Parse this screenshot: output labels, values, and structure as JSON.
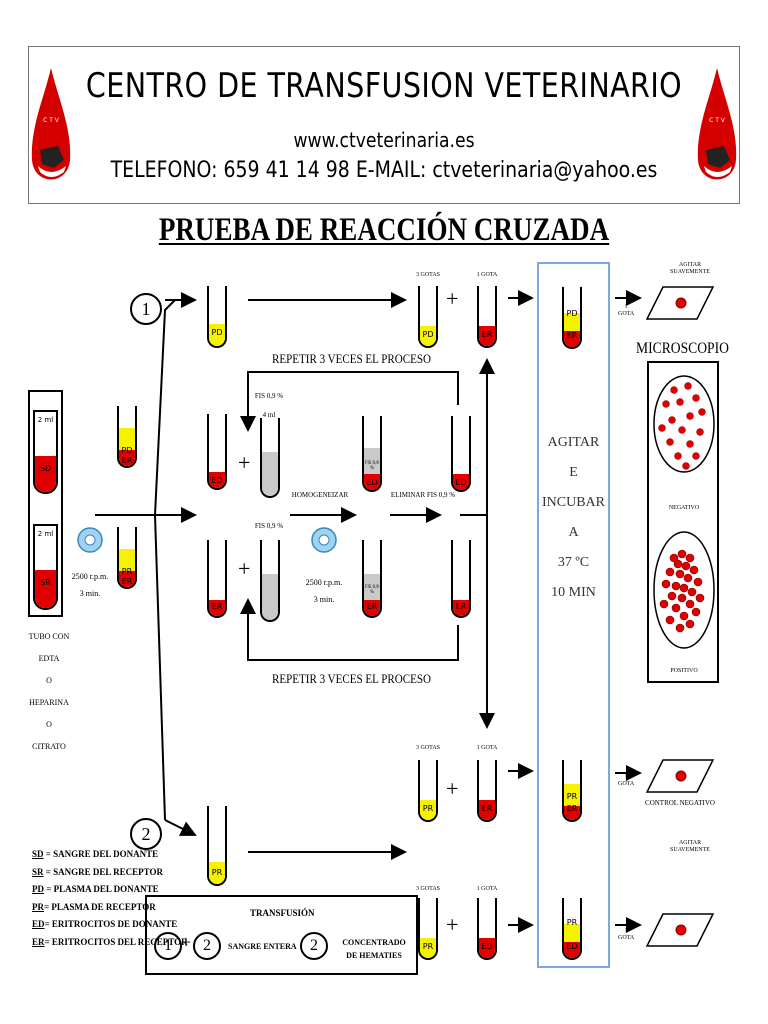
{
  "header": {
    "title": "CENTRO DE TRANSFUSION VETERINARIO",
    "website": "www.ctveterinaria.es",
    "contact": "TELEFONO: 659 41 14 98      E-MAIL: ctveterinaria@yahoo.es",
    "logo_text": "C T V"
  },
  "main_title": "PRUEBA DE REACCIÓN CRUZADA",
  "steps": {
    "one": "1",
    "two": "2"
  },
  "tubes": {
    "pd": "PD",
    "pr": "PR",
    "er": "ER",
    "ed": "ED",
    "sd": "SD",
    "sr": "SR",
    "ml2": "2 ml"
  },
  "centrifuge": {
    "label1": "2500 r.p.m.",
    "label2": "3 min."
  },
  "tubo_con": [
    "TUBO CON",
    "EDTA",
    "O",
    "HEPARINA",
    "O",
    "CITRATO"
  ],
  "repeat_label": "REPETIR 3 VECES EL PROCESO",
  "fis": {
    "label": "FIS 0,9 %",
    "vol": "4 ml",
    "mini": "FIS 0,9 %"
  },
  "homogeneizar": "HOMOGENEIZAR",
  "eliminar": "ELIMINAR FIS 0,9 %",
  "drops": {
    "gotas3": "3 GOTAS",
    "gota1": "1 GOTA",
    "gota": "1 GOTA"
  },
  "incubate": [
    "AGITAR",
    "E",
    "INCUBAR",
    "A",
    "37 ºC",
    "10 MIN"
  ],
  "agitar": "AGITAR SUAVEMENTE",
  "microscope": {
    "title": "MICROSCOPIO",
    "negative": "NEGATIVO",
    "positive": "POSITIVO"
  },
  "control_negativo": "CONTROL NEGATIVO",
  "legend": [
    {
      "abbr": "SD",
      "text": " = SANGRE DEL DONANTE"
    },
    {
      "abbr": "SR",
      "text": " = SANGRE DEL RECEPTOR"
    },
    {
      "abbr": "PD",
      "text": " = PLASMA DEL DONANTE"
    },
    {
      "abbr": "PR",
      "text": "= PLASMA DE RECEPTOR"
    },
    {
      "abbr": "ED",
      "text": "= ERITROCITOS DE DONANTE"
    },
    {
      "abbr": "ER",
      "text": "= ERITROCITOS DEL RECEPTOR"
    }
  ],
  "transfusion": {
    "title": "TRANSFUSIÓN",
    "one": "1",
    "plus": "+",
    "two": "2",
    "whole": "SANGRE ENTERA",
    "concentrate": "CONCENTRADO DE HEMATIES"
  },
  "colors": {
    "blood": "#e00000",
    "plasma": "#f5f200",
    "saline": "#c9c9c9",
    "box": "#7fa8e0"
  }
}
